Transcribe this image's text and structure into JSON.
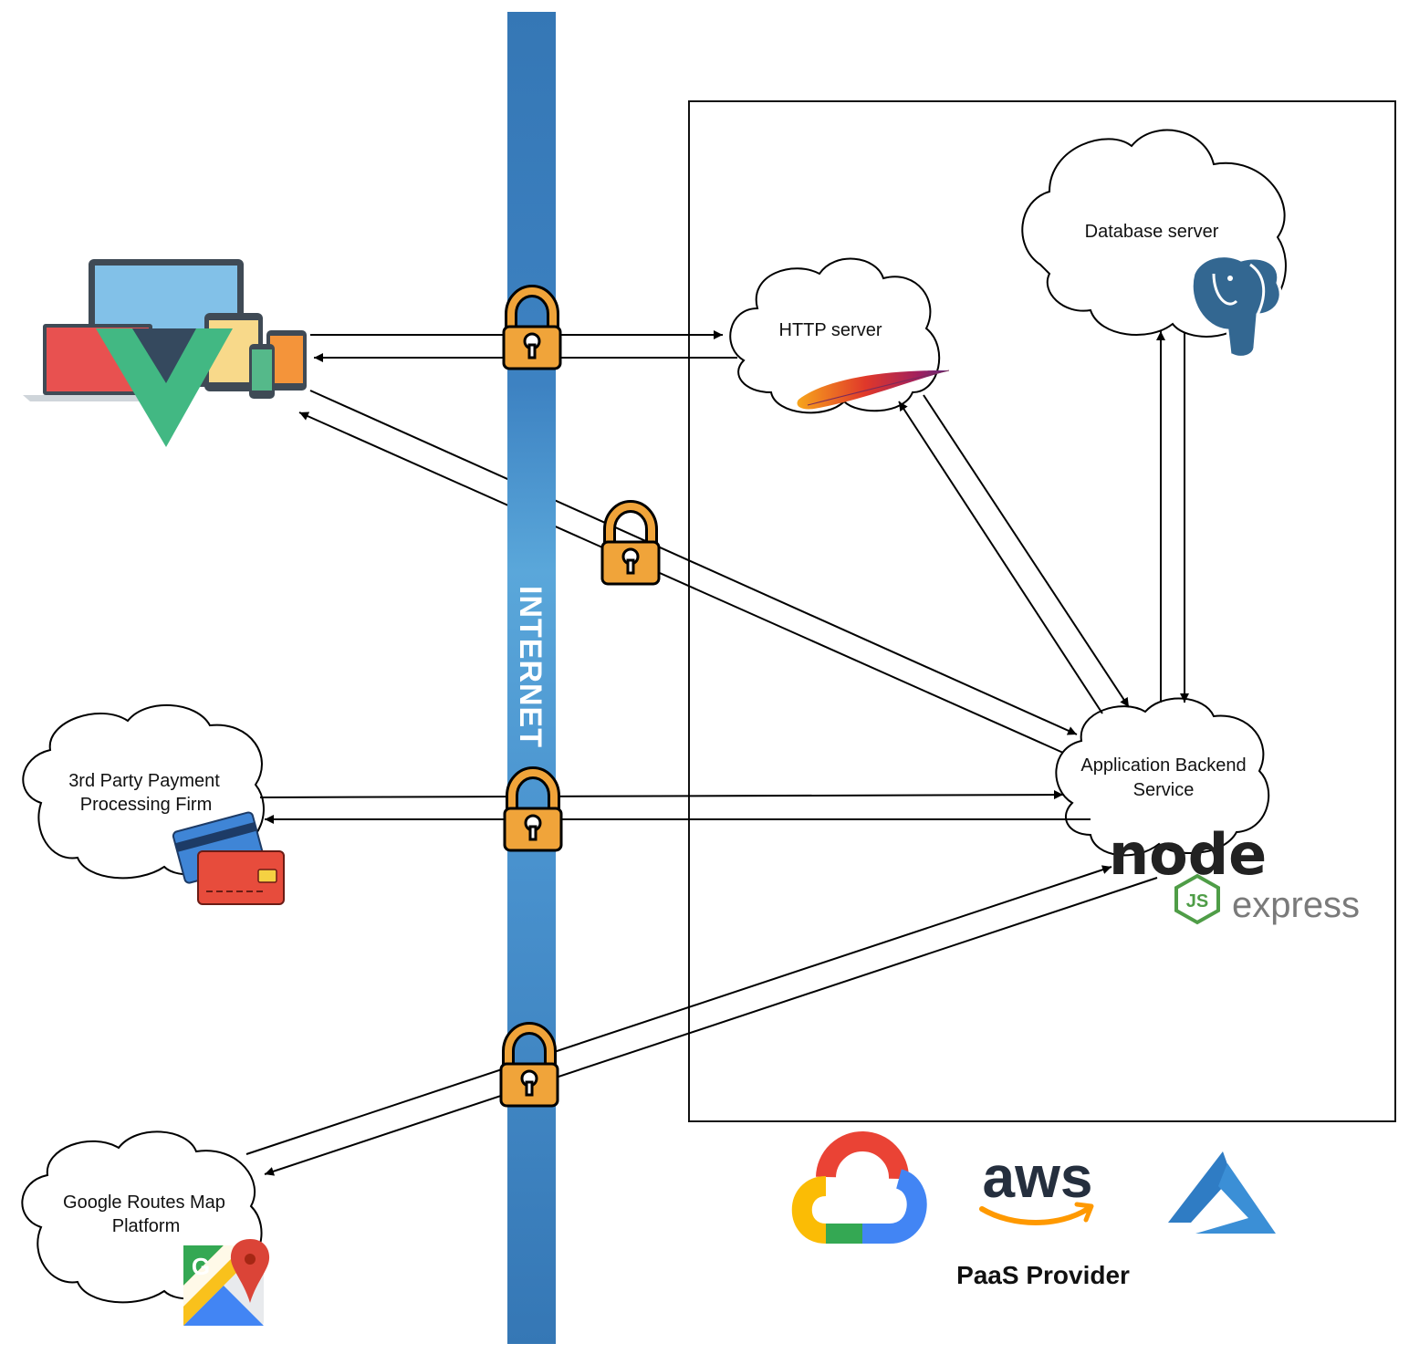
{
  "internet": {
    "label": "INTERNET"
  },
  "nodes": {
    "http_server": {
      "label": "HTTP server"
    },
    "database_server": {
      "label": "Database server"
    },
    "app_backend": {
      "line1": "Application Backend",
      "line2": "Service"
    },
    "payment": {
      "line1": "3rd Party Payment",
      "line2": "Processing Firm"
    },
    "google_routes": {
      "line1": "Google Routes Map",
      "line2": "Platform"
    }
  },
  "logos": {
    "node": "node",
    "js": "JS",
    "express": "express",
    "aws": "aws",
    "google_g": "G"
  },
  "paas": {
    "label": "PaaS Provider"
  },
  "icons": [
    "devices-icon",
    "vue-logo-icon",
    "padlock-icon",
    "apache-feather-icon",
    "postgresql-elephant-icon",
    "nodejs-logo-icon",
    "express-logo-icon",
    "credit-card-icon",
    "google-maps-icon",
    "google-cloud-icon",
    "aws-icon",
    "azure-icon"
  ],
  "colors": {
    "internet_bar": "#3d7ebd",
    "padlock_body": "#f0a43a",
    "vue_green": "#42b883",
    "vue_dark": "#35495e"
  }
}
